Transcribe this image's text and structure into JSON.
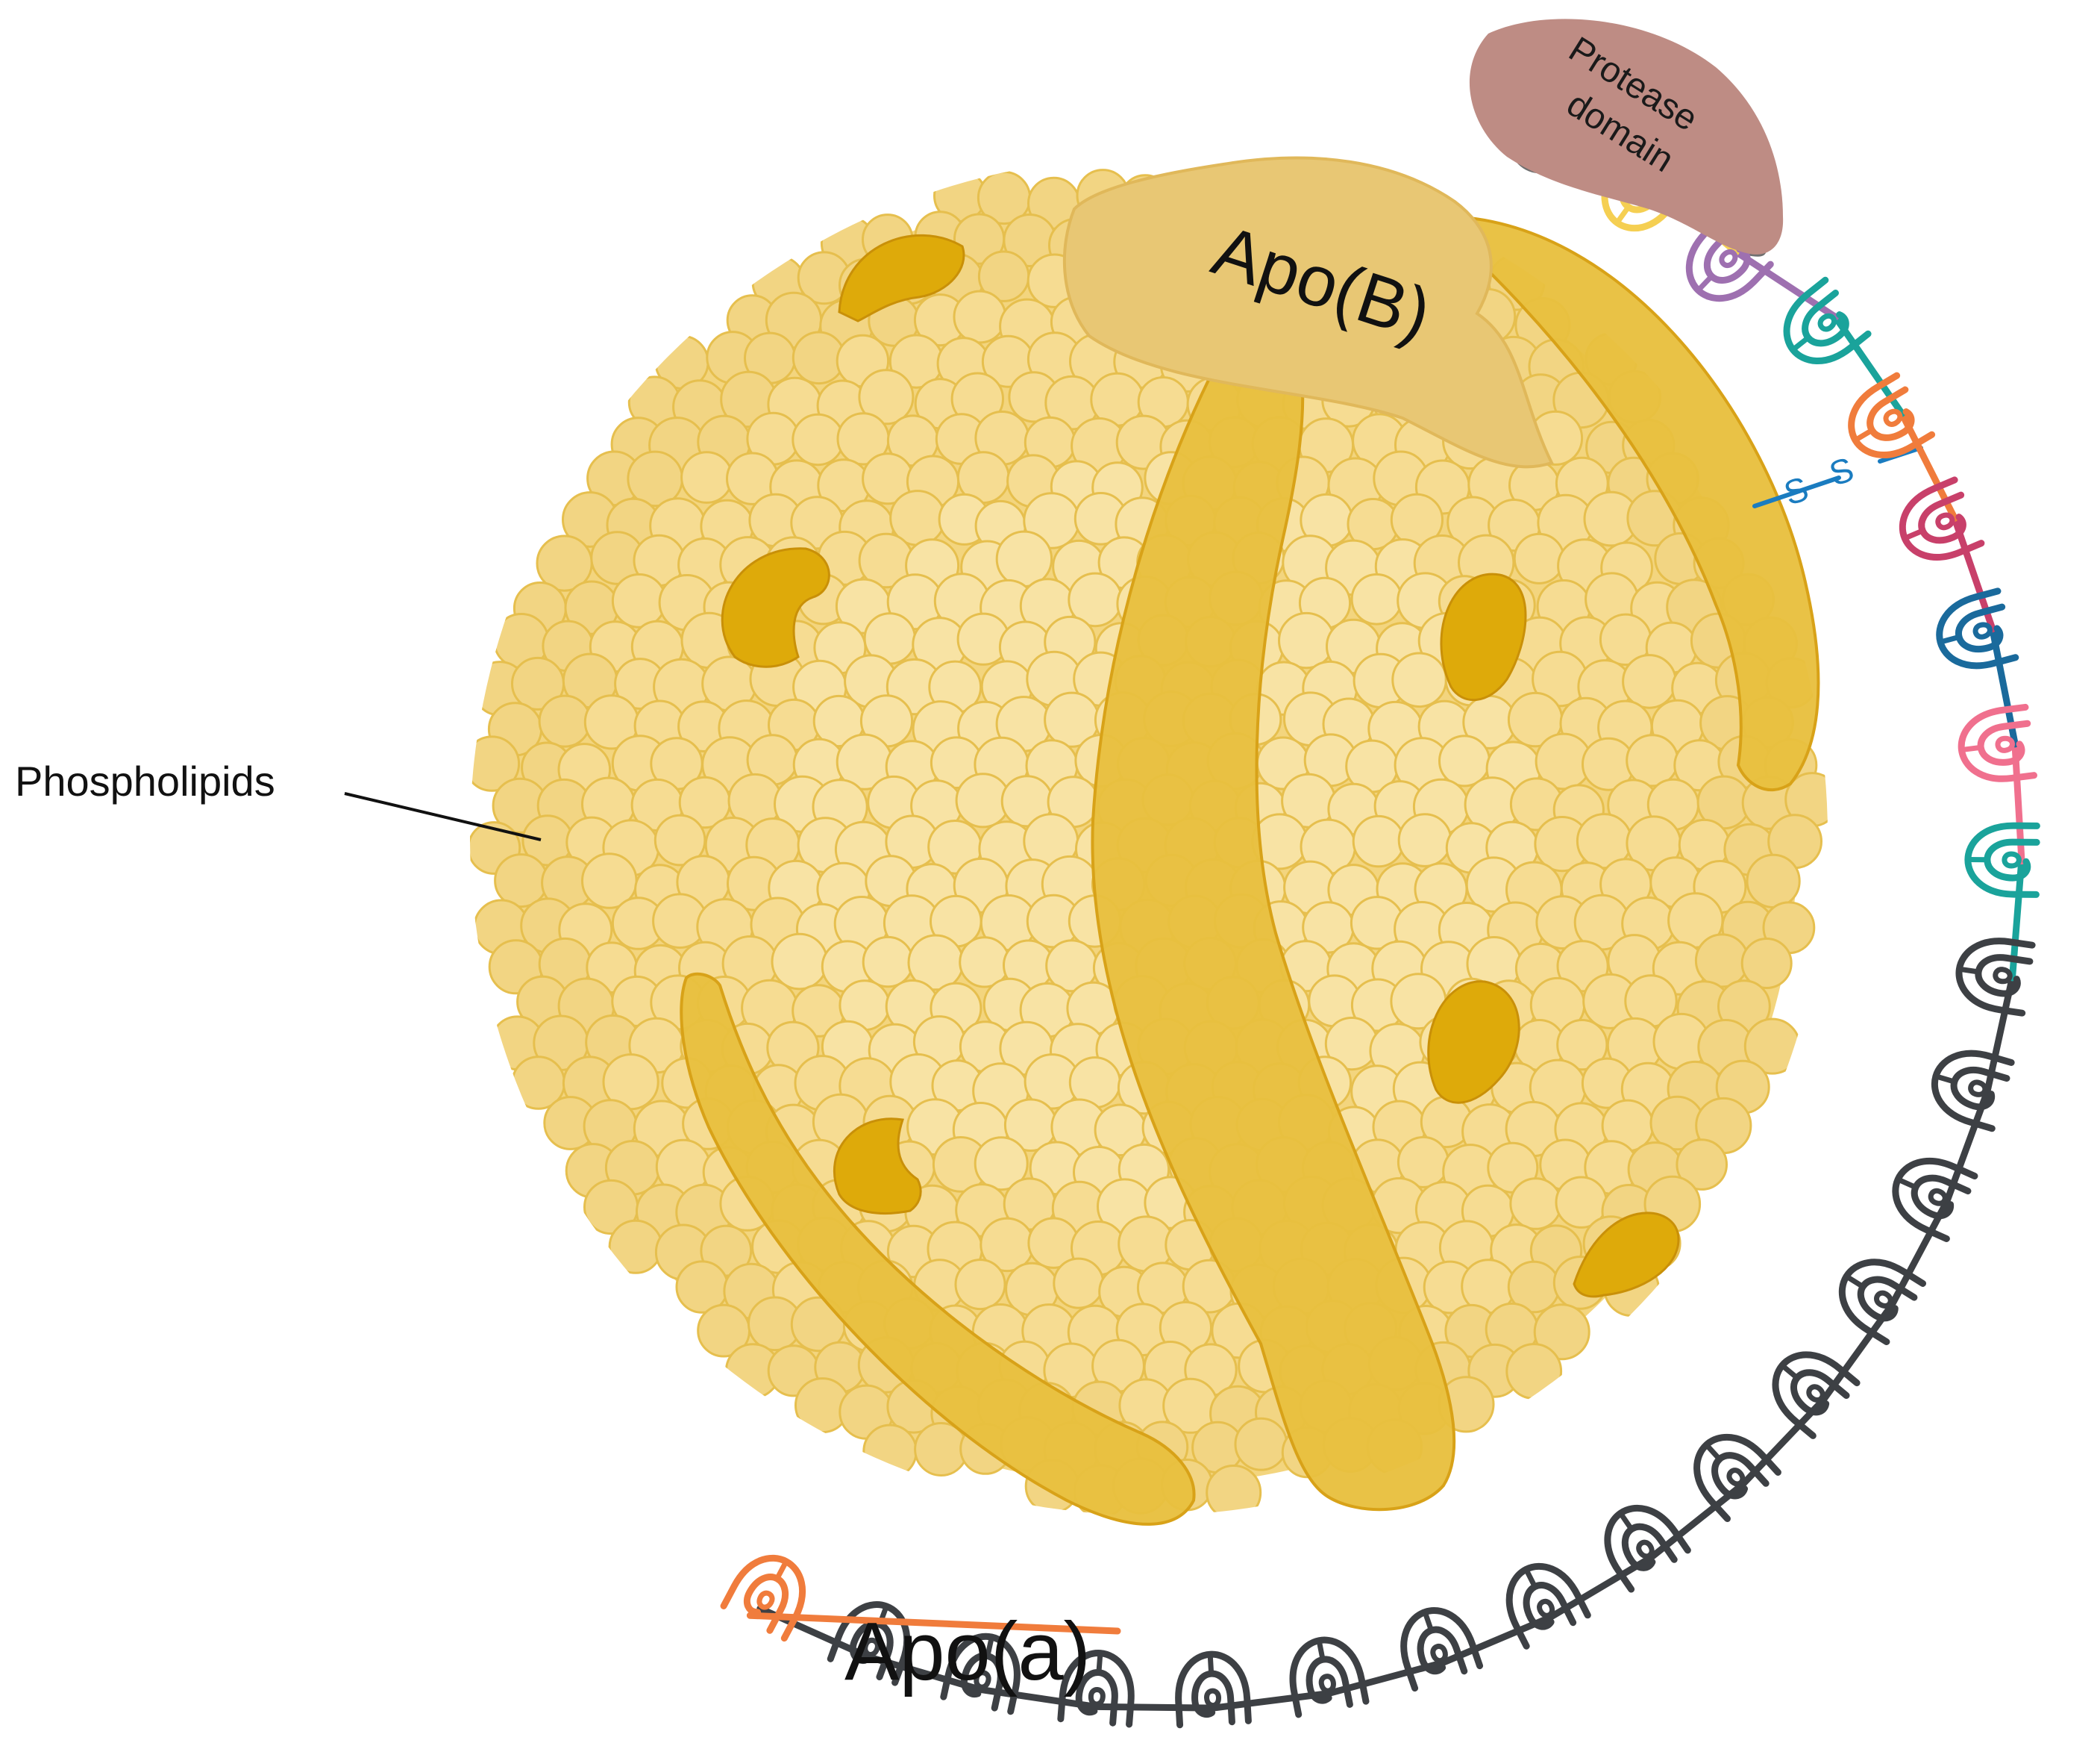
{
  "labels": {
    "phospholipids": "Phospholipids",
    "apo_b": "Apo(B)",
    "apo_a": "Apo(a)",
    "protease_line1": "Protease",
    "protease_line2": "domain",
    "disulfide_s1": "S",
    "disulfide_s2": "S"
  },
  "colors": {
    "particle_fill": "#f5dc8c",
    "particle_stroke": "#e6bf4e",
    "band_fill": "#e8bf3e",
    "band_stroke": "#d8a218",
    "pocket_fill": "#deaa0a",
    "apo_b_fill": "#e8c774",
    "protease_fill": "#be8c84",
    "disulfide": "#1a7cc0"
  },
  "kringles": [
    {
      "color": "#707070"
    },
    {
      "color": "#f5cf52"
    },
    {
      "color": "#9e70b0"
    },
    {
      "color": "#1aa39b"
    },
    {
      "color": "#f07c3c"
    },
    {
      "color": "#c8406a"
    },
    {
      "color": "#1a6a9c"
    },
    {
      "color": "#f0708e"
    },
    {
      "color": "#1aa39b"
    },
    {
      "color": "#3d4044"
    },
    {
      "color": "#3d4044"
    },
    {
      "color": "#3d4044"
    },
    {
      "color": "#3d4044"
    },
    {
      "color": "#3d4044"
    },
    {
      "color": "#3d4044"
    },
    {
      "color": "#3d4044"
    },
    {
      "color": "#3d4044"
    },
    {
      "color": "#3d4044"
    },
    {
      "color": "#3d4044"
    },
    {
      "color": "#3d4044"
    },
    {
      "color": "#3d4044"
    },
    {
      "color": "#3d4044"
    },
    {
      "color": "#3d4044"
    },
    {
      "color": "#f07c3c"
    }
  ]
}
